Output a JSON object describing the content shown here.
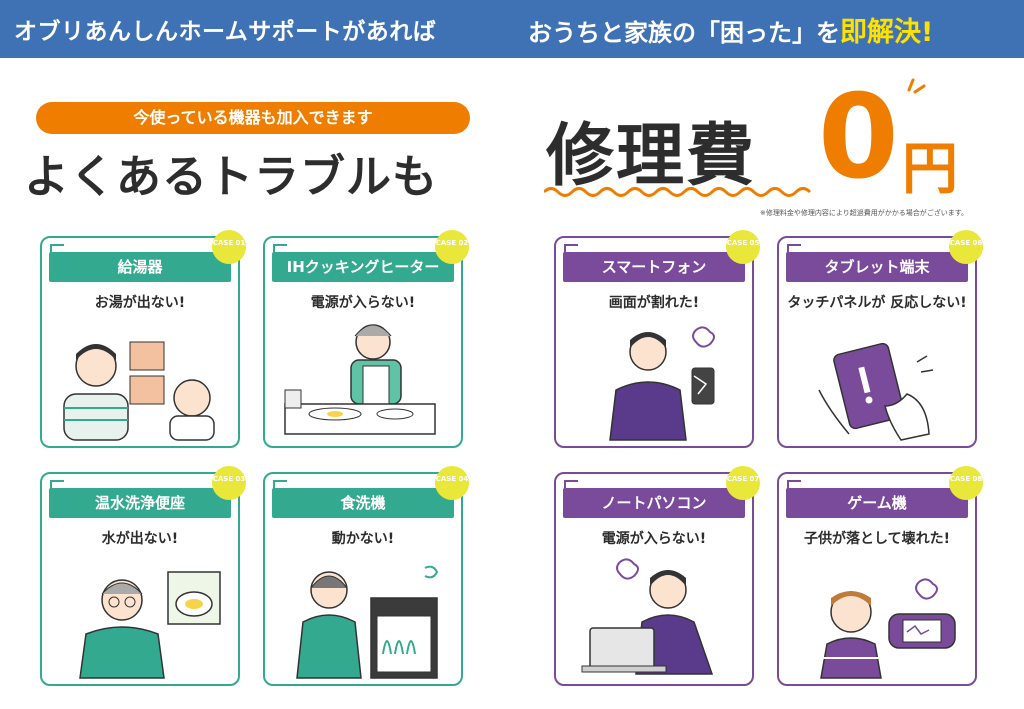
{
  "banner": {
    "left_text": "オブリあんしんホームサポートがあれば",
    "right_text": "おうちと家族の「困った」を",
    "right_highlight": "即解決!"
  },
  "left_heading": {
    "pill": "今使っている機器も加入できます",
    "main": "よくあるトラブルも"
  },
  "right_heading": {
    "repair": "修理費",
    "zero": "0",
    "yen": "円",
    "note": "※修理料金や修理内容により超過費用がかかる場合がございます。"
  },
  "colors": {
    "banner": "#3f72b5",
    "orange": "#ee7d00",
    "green": "#33aa8f",
    "purple": "#7a4a9b",
    "badge": "#e9e73a"
  },
  "cards": [
    {
      "title": "給湯器",
      "badge": "CASE 01",
      "desc": "お湯が出ない!",
      "icon": "water-heater-illustration"
    },
    {
      "title": "IHクッキングヒーター",
      "badge": "CASE 02",
      "desc": "電源が入らない!",
      "icon": "ih-cooktop-illustration"
    },
    {
      "title": "スマートフォン",
      "badge": "CASE 05",
      "desc": "画面が割れた!",
      "icon": "smartphone-illustration"
    },
    {
      "title": "タブレット端末",
      "badge": "CASE 06",
      "desc": "タッチパネルが 反応しない!",
      "icon": "tablet-illustration"
    },
    {
      "title": "温水洗浄便座",
      "badge": "CASE 03",
      "desc": "水が出ない!",
      "icon": "toilet-seat-illustration"
    },
    {
      "title": "食洗機",
      "badge": "CASE 04",
      "desc": "動かない!",
      "icon": "dishwasher-illustration"
    },
    {
      "title": "ノートパソコン",
      "badge": "CASE 07",
      "desc": "電源が入らない!",
      "icon": "laptop-illustration"
    },
    {
      "title": "ゲーム機",
      "badge": "CASE 08",
      "desc": "子供が落として壊れた!",
      "icon": "game-console-illustration"
    }
  ]
}
